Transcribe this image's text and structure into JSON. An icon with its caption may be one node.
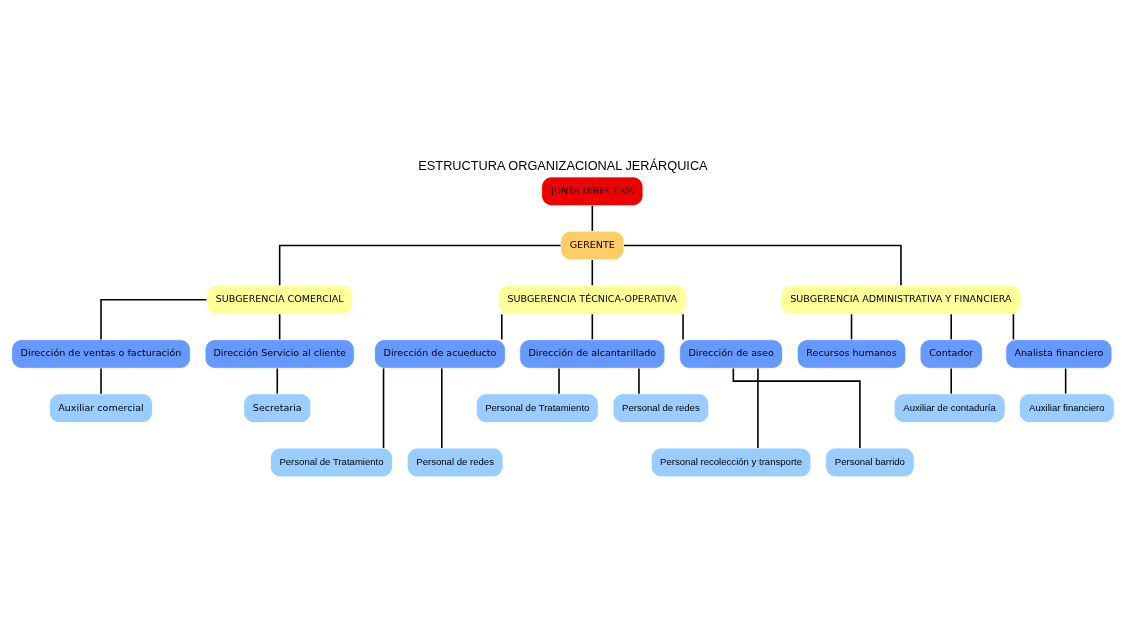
{
  "diagram": {
    "title": "ESTRUCTURA ORGANIZACIONAL JERÁRQUICA",
    "nodes": [
      {
        "text": [
          "JUNTA DIRECTIVA"
        ]
      },
      {
        "text": [
          "GERENTE"
        ]
      },
      {
        "text": [
          "SUBGERENCIA COMERCIAL"
        ]
      },
      {
        "text": [
          "SUBGERENCIA TÉCNICA-OPERATIVA"
        ]
      },
      {
        "text": [
          "SUBGERENCIA ADMINISTRATIVA Y FINANCIERA"
        ]
      },
      {
        "text": [
          "Dirección de ventas o facturación"
        ]
      },
      {
        "text": [
          "Dirección Servicio al cliente"
        ]
      },
      {
        "text": [
          "Dirección de acueducto"
        ]
      },
      {
        "text": [
          "Dirección de alcantarillado"
        ]
      },
      {
        "text": [
          "Dirección de aseo"
        ]
      },
      {
        "text": [
          "Recursos humanos"
        ]
      },
      {
        "text": [
          "Contador"
        ]
      },
      {
        "text": [
          "Analista financiero"
        ]
      },
      {
        "text": [
          "Auxiliar comercial"
        ]
      },
      {
        "text": [
          "Secretaria"
        ]
      },
      {
        "text": [
          "Personal de Tratamiento"
        ]
      },
      {
        "text": [
          "Personal de redes"
        ]
      },
      {
        "text": [
          "Auxiliar de contaduría"
        ]
      },
      {
        "text": [
          "Auxiliar financiero"
        ]
      },
      {
        "text": [
          "Personal de Tratamiento"
        ]
      },
      {
        "text": [
          "Personal de redes"
        ]
      },
      {
        "text": [
          "Personal recolección y transporte"
        ]
      },
      {
        "text": [
          "Personal barrido"
        ]
      }
    ],
    "edges": [
      {
        "from": 0,
        "to": 1,
        "arrow": "none"
      },
      {
        "from": 1,
        "to": 2,
        "arrow": "none"
      },
      {
        "from": 1,
        "to": 3,
        "arrow": "none"
      },
      {
        "from": 1,
        "to": 4,
        "arrow": "none"
      },
      {
        "from": 2,
        "to": 5,
        "arrow": "none"
      },
      {
        "from": 2,
        "to": 6,
        "arrow": "none"
      },
      {
        "from": 3,
        "to": 7,
        "arrow": "none"
      },
      {
        "from": 3,
        "to": 8,
        "arrow": "none"
      },
      {
        "from": 3,
        "to": 9,
        "arrow": "none"
      },
      {
        "from": 4,
        "to": 10,
        "arrow": "none"
      },
      {
        "from": 4,
        "to": 11,
        "arrow": "none"
      },
      {
        "from": 4,
        "to": 12,
        "arrow": "none"
      },
      {
        "from": 5,
        "to": 13,
        "arrow": "none"
      },
      {
        "from": 6,
        "to": 14,
        "arrow": "none"
      },
      {
        "from": 8,
        "to": 15,
        "arrow": "none"
      },
      {
        "from": 8,
        "to": 16,
        "arrow": "none"
      },
      {
        "from": 11,
        "to": 17,
        "arrow": "none"
      },
      {
        "from": 12,
        "to": 18,
        "arrow": "none"
      },
      {
        "from": 7,
        "to": 19,
        "arrow": "none"
      },
      {
        "from": 7,
        "to": 20,
        "arrow": "none"
      },
      {
        "from": 9,
        "to": 21,
        "arrow": "none"
      },
      {
        "from": 9,
        "to": 22,
        "arrow": "none"
      }
    ]
  }
}
